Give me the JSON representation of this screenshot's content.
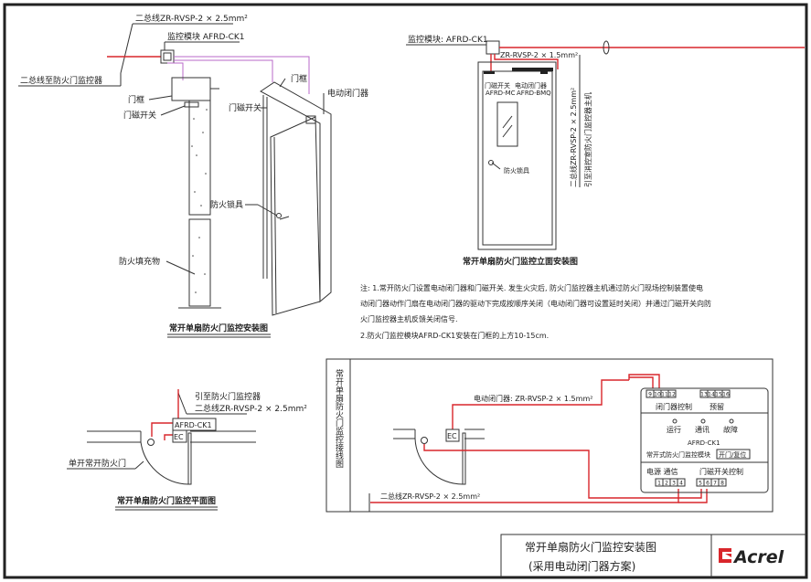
{
  "elevation": {
    "bus_cable": "二总线ZR-RVSP-2 × 2.5mm²",
    "module": "监控模块 AFRD-CK1",
    "bus_to_controller": "二总线至防火门监控器",
    "door_frame_left": "门框",
    "door_switch_left": "门磁开关",
    "door_frame_right": "门框",
    "door_closer": "电动闭门器",
    "door_switch_right": "门磁开关",
    "fire_lock": "防火锁具",
    "fire_filler": "防火填充物",
    "caption": "常开单扇防火门监控安装图"
  },
  "front": {
    "module": "监控模块: AFRD-CK1",
    "cable": "ZR-RVSP-2 × 1.5mm²",
    "switch_label": "门磁开关",
    "switch_model": "AFRD-MC",
    "closer_label": "电动闭门器",
    "closer_model": "AFRD-BMQ",
    "fire_lock": "防火锁具",
    "vertical_cable": "二总线ZR-RVSP-2 × 2.5mm²",
    "vertical_dest": "引至消控室防火门监控器主机",
    "caption": "常开单扇防火门监控立面安装图"
  },
  "notes": {
    "line1": "注: 1.常开防火门设置电动闭门器和门磁开关. 发生火灾后, 防火门监控器主机通过防火门现场控制装置使电",
    "line2": "动闭门器动作门扇在电动闭门器的驱动下完成按顺序关闭（电动闭门器可设置延时关闭）并通过门磁开关向防",
    "line3": "火门监控器主机反馈关闭信号.",
    "line4": "2.防火门监控模块AFRD-CK1安装在门框的上方10-15cm."
  },
  "plan": {
    "dest": "引至防火门监控器",
    "cable": "二总线ZR-RVSP-2 × 2.5mm²",
    "module": "AFRD-CK1",
    "ec": "EC",
    "door": "单开常开防火门",
    "caption": "常开单扇防火门监控平面图"
  },
  "wiring": {
    "side_title": "常开单扇防火门监控接线图",
    "closer_cable": "电动闭门器: ZR-RVSP-2 × 1.5mm²",
    "bus_cable": "二总线ZR-RVSP-2 × 2.5mm²",
    "ec": "EC",
    "module": {
      "top_terminals_left": [
        "9",
        "10",
        "11",
        "12"
      ],
      "top_terminals_right": [
        "13",
        "14",
        "15",
        "16"
      ],
      "closer_control": "闭门器控制",
      "reserved": "预留",
      "indicators": [
        "运行",
        "通讯",
        "故障"
      ],
      "model": "AFRD-CK1",
      "name": "常开式防火门监控模块",
      "button": "开门/复位",
      "power_comm": "电源 通信",
      "switch_control": "门磁开关控制",
      "bottom_terminals_left": [
        "1",
        "2",
        "3",
        "4"
      ],
      "bottom_terminals_right": [
        "5",
        "6",
        "7",
        "8"
      ]
    }
  },
  "title_block": {
    "title": "常开单扇防火门监控安装图",
    "subtitle": "(采用电动闭门器方案)",
    "logo": "Acrel"
  },
  "colors": {
    "wire_red": "#d9262b",
    "wire_purple": "#b86ac9",
    "logo_red": "#d9262b"
  }
}
